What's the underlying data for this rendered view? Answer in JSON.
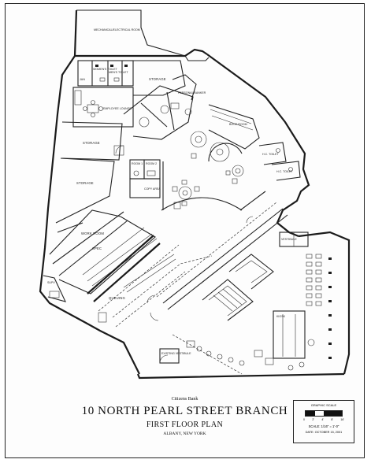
{
  "rooms": {
    "mechanical": "MECHANICAL/ELECTRICAL ROOM",
    "jan": "JAN",
    "womens_toilet": "WOMEN'S TOILET",
    "mens_toilet": "MEN'S TOILET",
    "storage_top": "STORAGE",
    "employee_lounge": "EMPLOYEE LOUNGE",
    "storage_left": "STORAGE",
    "storage_mid": "STORAGE",
    "work_room": "WORK ROOM",
    "spec": "SPEC",
    "queuing": "QUEUING",
    "supv": "SUPV",
    "room_1": "ROOM 1",
    "room_2": "ROOM 2",
    "copy_area": "COPY AREA",
    "pc_room": "PERSONAL BANKER",
    "book_room": "BOOK ROOM",
    "hc_toilet": "H.C. TOILET",
    "hc_toilet_2": "H.C. TOILET",
    "vestibule_right": "VESTIBULE",
    "vestibule_bottom": "EXISTING VESTIBULE",
    "kiosk": "KIOSK"
  },
  "title_block": {
    "bank": "Citizens Bank",
    "title": "10 NORTH PEARL STREET BRANCH",
    "subtitle": "FIRST FLOOR PLAN",
    "city": "ALBANY, NEW YORK"
  },
  "scale": {
    "title": "GRAPHIC SCALE",
    "ticks": [
      "0",
      "2'",
      "4'",
      "8'",
      "16'"
    ],
    "text": "SCALE: 1/16\" = 1'-0\"",
    "date": "DATE: OCTOBER 15, 2001"
  }
}
